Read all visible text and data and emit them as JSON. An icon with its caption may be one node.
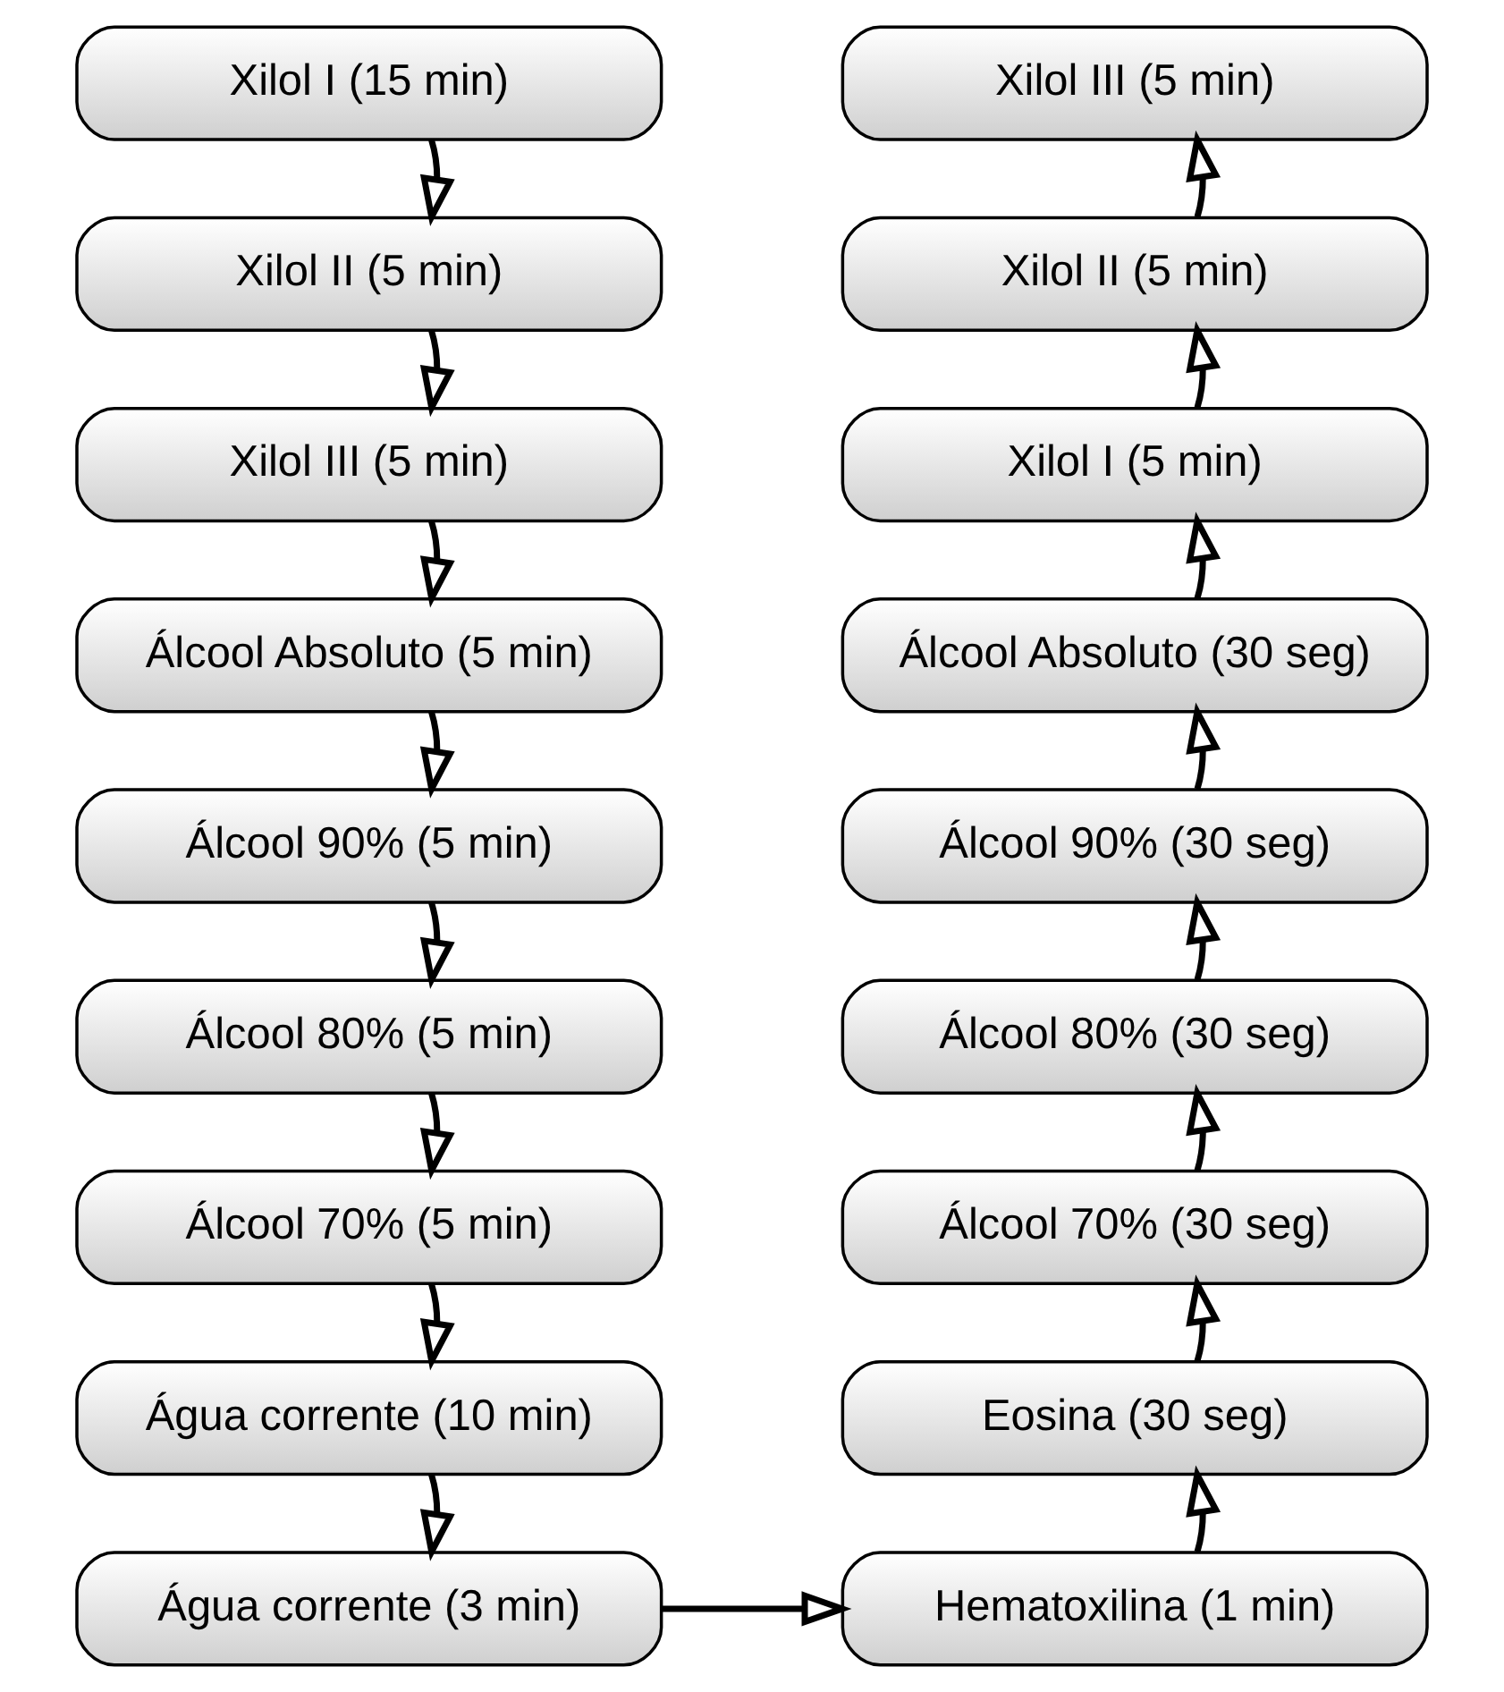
{
  "diagram": {
    "nodes": [
      {
        "text": [
          "Xilol I (15 min)"
        ]
      },
      {
        "text": [
          "Xilol II (5 min)"
        ]
      },
      {
        "text": [
          "Xilol III (5 min)"
        ]
      },
      {
        "text": [
          "Álcool Absoluto (5 min)"
        ]
      },
      {
        "text": [
          "Álcool 90% (5 min)"
        ]
      },
      {
        "text": [
          "Álcool 80% (5 min)"
        ]
      },
      {
        "text": [
          "Álcool 70% (5 min)"
        ]
      },
      {
        "text": [
          "Água corrente (10 min)"
        ]
      },
      {
        "text": [
          "Água corrente (3 min)"
        ]
      },
      {
        "text": [
          "Xilol III (5 min)"
        ]
      },
      {
        "text": [
          "Xilol II (5 min)"
        ]
      },
      {
        "text": [
          "Xilol I (5 min)"
        ]
      },
      {
        "text": [
          "Álcool Absoluto (30 seg)"
        ]
      },
      {
        "text": [
          "Álcool 90% (30 seg)"
        ]
      },
      {
        "text": [
          "Álcool 80% (30 seg)"
        ]
      },
      {
        "text": [
          "Álcool 70% (30 seg)"
        ]
      },
      {
        "text": [
          "Eosina (30 seg)"
        ]
      },
      {
        "text": [
          "Hematoxilina (1 min)"
        ]
      }
    ],
    "edges": [
      {
        "from": 0,
        "to": 1,
        "arrow": "to"
      },
      {
        "from": 1,
        "to": 2,
        "arrow": "to"
      },
      {
        "from": 2,
        "to": 3,
        "arrow": "to"
      },
      {
        "from": 3,
        "to": 4,
        "arrow": "to"
      },
      {
        "from": 4,
        "to": 5,
        "arrow": "to"
      },
      {
        "from": 5,
        "to": 6,
        "arrow": "to"
      },
      {
        "from": 6,
        "to": 7,
        "arrow": "to"
      },
      {
        "from": 7,
        "to": 8,
        "arrow": "to"
      },
      {
        "from": 8,
        "to": 17,
        "arrow": "to"
      },
      {
        "from": 17,
        "to": 16,
        "arrow": "to"
      },
      {
        "from": 16,
        "to": 15,
        "arrow": "to"
      },
      {
        "from": 15,
        "to": 14,
        "arrow": "to"
      },
      {
        "from": 14,
        "to": 13,
        "arrow": "to"
      },
      {
        "from": 13,
        "to": 12,
        "arrow": "to"
      },
      {
        "from": 12,
        "to": 11,
        "arrow": "to"
      },
      {
        "from": 11,
        "to": 10,
        "arrow": "to"
      },
      {
        "from": 10,
        "to": 9,
        "arrow": "to"
      }
    ]
  }
}
